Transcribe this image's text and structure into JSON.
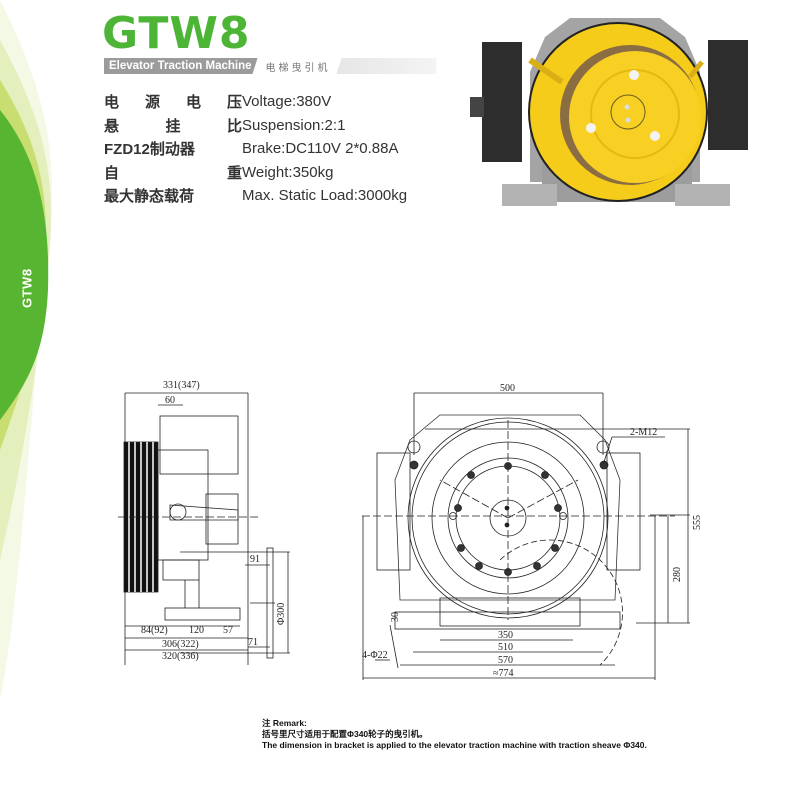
{
  "side_tab": {
    "label": "GTW8",
    "colors": {
      "primary": "#56b331",
      "light": "#c5dc6a",
      "pale": "#eef5d5"
    }
  },
  "header": {
    "title": "GTW8",
    "title_color": "#4cb536",
    "subtitle_en": "Elevator Traction Machine",
    "subtitle_cn": "电梯曳引机"
  },
  "specs": [
    {
      "cn": [
        "电",
        "源",
        "电",
        "压"
      ],
      "en": "Voltage:380V"
    },
    {
      "cn": [
        "悬",
        "挂",
        "比"
      ],
      "en": "Suspension:2:1"
    },
    {
      "cn": [
        "FZD12制动器"
      ],
      "en": "Brake:DC110V 2*0.88A"
    },
    {
      "cn": [
        "自",
        "重"
      ],
      "en": "Weight:350kg"
    },
    {
      "cn": [
        "最大静态载荷"
      ],
      "en": "Max. Static Load:3000kg"
    }
  ],
  "photo": {
    "description": "yellow traction machine with black brakes",
    "colors": {
      "sheave": "#f5cc1a",
      "frame": "#9a9a9a",
      "brake": "#2b2b2b"
    }
  },
  "side_view": {
    "dims": {
      "overall_top": "331(347)",
      "top_offset": "60",
      "bottom_left": "84(92)",
      "bottom_mid": "120",
      "bottom_right": "57",
      "base_width": "306(322)",
      "total_width": "320(336)",
      "offset_91": "91",
      "offset_71": "71",
      "diameter": "Φ300"
    }
  },
  "front_view": {
    "dims": {
      "top_width": "500",
      "bolts": "2-M12",
      "height": "555",
      "center_height": "280",
      "foot_thickness": "30",
      "holes": "4-Φ22",
      "inner": "350",
      "mid": "510",
      "outer": "570",
      "overall": "≈774"
    }
  },
  "remark": {
    "heading": "注  Remark:",
    "cn": "括号里尺寸适用于配置Φ340轮子的曳引机。",
    "en": "The dimension in bracket is applied to the elevator traction machine with traction sheave  Φ340."
  }
}
